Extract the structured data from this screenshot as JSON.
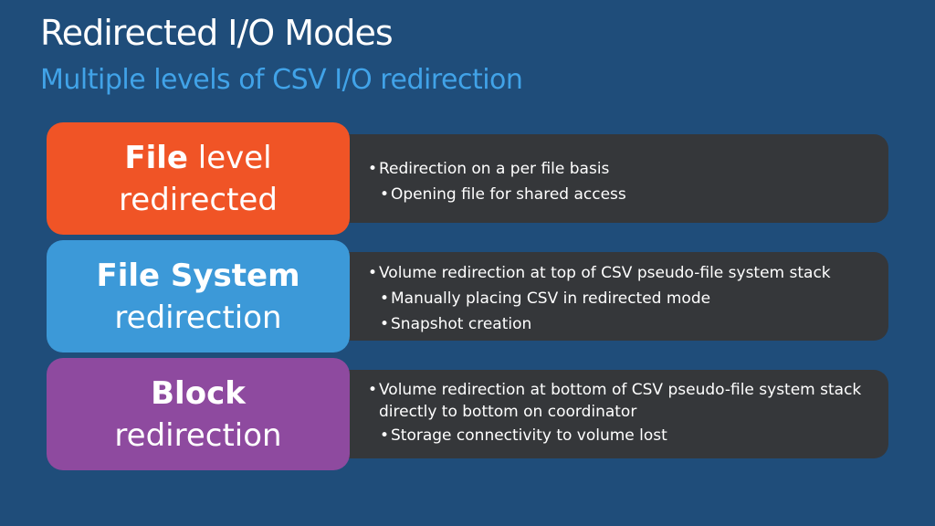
{
  "title": "Redirected I/O Modes",
  "subtitle": "Multiple levels of CSV I/O redirection",
  "bullet_glyph": "•",
  "rows": [
    {
      "color": "#f05426",
      "badge_bold": "File",
      "badge_rest": " level",
      "badge_line2": "redirected",
      "bullets": [
        "Redirection on a per file basis"
      ],
      "sub_bullets": [
        "Opening file for shared access"
      ]
    },
    {
      "color": "#3c99d8",
      "badge_bold": "File System",
      "badge_rest": "",
      "badge_line2": "redirection",
      "bullets": [
        "Volume redirection at top of CSV pseudo-file system stack"
      ],
      "sub_bullets": [
        "Manually placing CSV in redirected mode",
        "Snapshot creation"
      ]
    },
    {
      "color": "#8e4a9f",
      "badge_bold": "Block",
      "badge_rest": "",
      "badge_line2": "redirection",
      "bullets": [
        "Volume redirection at bottom of CSV pseudo-file system stack directly to bottom on coordinator"
      ],
      "sub_bullets": [
        "Storage connectivity to volume lost"
      ]
    }
  ]
}
